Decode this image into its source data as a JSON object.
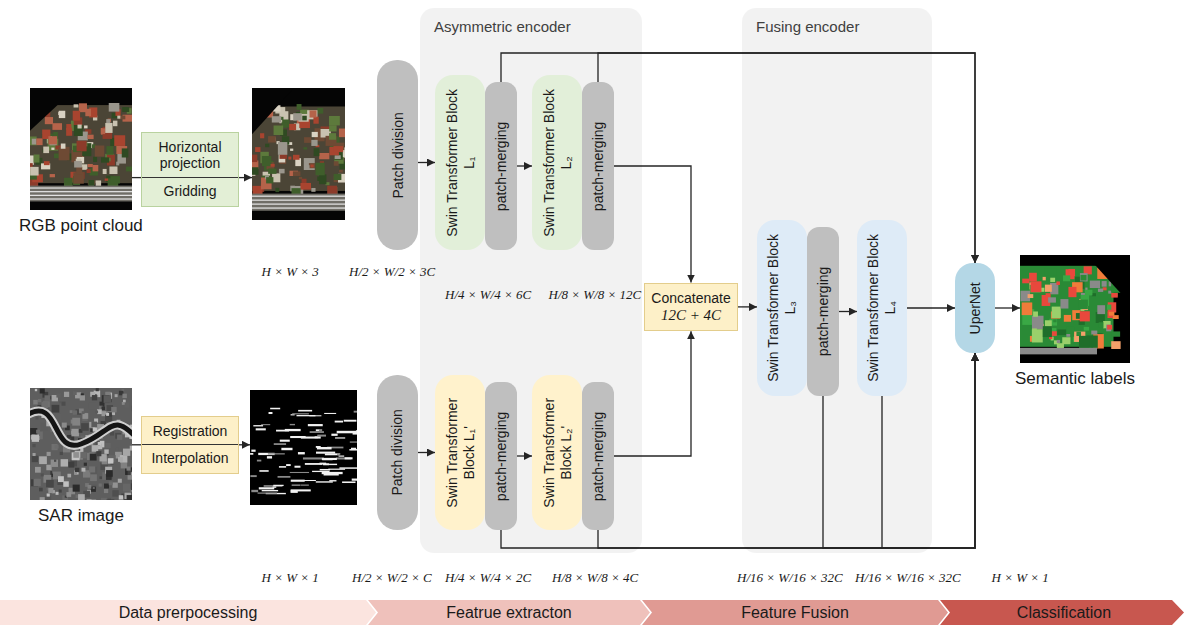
{
  "diagram": {
    "nodes": [
      {
        "text": [
          "RGB point cloud"
        ]
      },
      {
        "text": [
          "Horizontal projection",
          "Gridding"
        ]
      },
      {
        "text": [
          "Patch division"
        ]
      },
      {
        "text": [
          "Asymmetric encoder"
        ]
      },
      {
        "text": [
          "Swin Transformer Block L₁"
        ],
        "in": 3
      },
      {
        "text": [
          "patch-merging"
        ],
        "in": 3
      },
      {
        "text": [
          "Swin Transformer Block L₂"
        ],
        "in": 3
      },
      {
        "text": [
          "patch-merging"
        ],
        "in": 3
      },
      {
        "text": [
          "Swin Transformer Block L₁'"
        ],
        "in": 3
      },
      {
        "text": [
          "patch-merging"
        ],
        "in": 3
      },
      {
        "text": [
          "Swin Transformer Block L₂'"
        ],
        "in": 3
      },
      {
        "text": [
          "patch-merging"
        ],
        "in": 3
      },
      {
        "text": [
          "Concatenate",
          "12C + 4C"
        ]
      },
      {
        "text": [
          "Fusing encoder"
        ]
      },
      {
        "text": [
          "Swin Transformer Block L₃"
        ],
        "in": 13
      },
      {
        "text": [
          "patch-merging"
        ],
        "in": 13
      },
      {
        "text": [
          "Swin Transformer Block L₄"
        ],
        "in": 13
      },
      {
        "text": [
          "UperNet"
        ]
      },
      {
        "text": [
          "Semantic labels"
        ]
      },
      {
        "text": [
          "SAR image"
        ]
      },
      {
        "text": [
          "Registration",
          "Interpolation"
        ]
      },
      {
        "text": [
          "Patch division"
        ]
      },
      {
        "text": [
          "Data prerpocessing"
        ]
      },
      {
        "text": [
          "Featrue extracton"
        ]
      },
      {
        "text": [
          "Feature Fusion"
        ]
      },
      {
        "text": [
          "Classification"
        ]
      }
    ],
    "edges": [
      {
        "from": 0,
        "to": 1,
        "arrow": "none"
      },
      {
        "from": 2,
        "to": 4,
        "arrow": "to"
      },
      {
        "from": 5,
        "to": 6,
        "arrow": "to"
      },
      {
        "from": 7,
        "to": 12,
        "arrow": "to"
      },
      {
        "from": 19,
        "to": 20,
        "arrow": "none"
      },
      {
        "from": 21,
        "to": 8,
        "arrow": "to"
      },
      {
        "from": 9,
        "to": 10,
        "arrow": "to"
      },
      {
        "from": 11,
        "to": 12,
        "arrow": "to"
      },
      {
        "from": 12,
        "to": 14,
        "arrow": "to"
      },
      {
        "from": 15,
        "to": 16,
        "arrow": "to"
      },
      {
        "from": 16,
        "to": 17,
        "arrow": "to"
      },
      {
        "from": 17,
        "to": 18,
        "arrow": "to"
      },
      {
        "from": 5,
        "to": 17,
        "arrow": "to"
      },
      {
        "from": 7,
        "to": 17,
        "arrow": "to"
      },
      {
        "from": 9,
        "to": 17,
        "arrow": "to"
      },
      {
        "from": 11,
        "to": 17,
        "arrow": "to"
      },
      {
        "from": 15,
        "to": 17,
        "arrow": "to"
      },
      {
        "from": 16,
        "to": 17,
        "arrow": "to"
      }
    ],
    "labels": [
      "H × W × 3",
      "H/2 × W/2 × 3C",
      "H/4 × W/4 × 6C",
      "H/8 × W/8 × 12C",
      "H × W × 1",
      "H/2 × W/2 × C",
      "H/4 × W/4 × 2C",
      "H/8 × W/8 × 4C",
      "H/16 × W/16 × 32C",
      "H/16 × W/16 × 32C",
      "H × W × 1"
    ]
  }
}
